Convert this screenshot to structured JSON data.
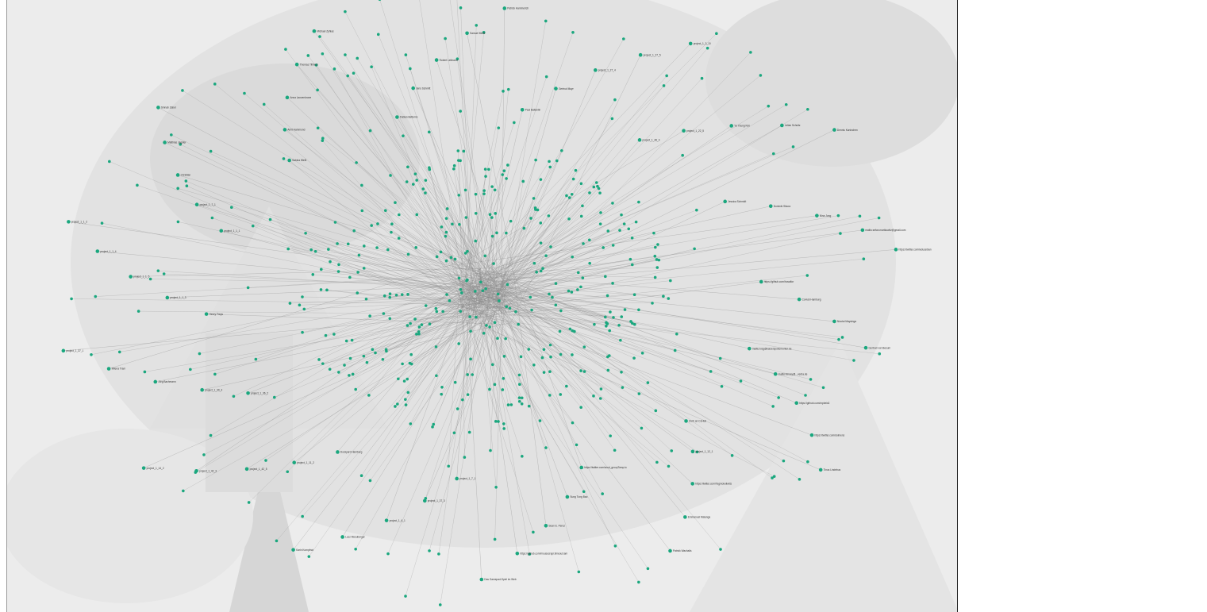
{
  "colors": {
    "node": "#1aa77e",
    "edge": "#8a8a8a",
    "label": "#333333",
    "backdrop": "#eeeeee",
    "border": "#1a1a1a"
  },
  "graph": {
    "nodes": [
      {
        "label": "mailto:tvsg@kaizerspokemontor.de"
      },
      {
        "label": "mailto:kinsey@...vedra.de"
      },
      {
        "label": "https://github.com/mpbeis3"
      },
      {
        "label": "https://twitter.com/dolmens"
      },
      {
        "label": "Tinus Lindebus"
      },
      {
        "label": "Gvrb an CoHub"
      },
      {
        "label": "project_1_12_1"
      },
      {
        "label": "https://twitter.com/Tagmokollekts"
      },
      {
        "label": "Emmanuel Malanga"
      },
      {
        "label": "Patrick Wachalls"
      },
      {
        "label": "https://twitter.com/wout_groupTamp.io"
      },
      {
        "label": "Sung Tung Bao"
      },
      {
        "label": "Sean E. Perez"
      },
      {
        "label": "https://github.com/mousecrapi.timeout.lam"
      },
      {
        "label": "Das Gamepad-Spiel im Web"
      },
      {
        "label": "project_1_7_1"
      },
      {
        "label": "project_1_37_3"
      },
      {
        "label": "project_1_6_1"
      },
      {
        "label": "Lucz Mosubergar"
      },
      {
        "label": "Karin Kompfnot"
      },
      {
        "label": "Dockyard Hamburg"
      },
      {
        "label": "project_1_11_2"
      },
      {
        "label": "project_1_42_5"
      },
      {
        "label": "project_1_42_3"
      },
      {
        "label": "project_1_14_2"
      },
      {
        "label": "project_1_36_2"
      },
      {
        "label": "project_1_39_4"
      },
      {
        "label": "Jörg Bachmann"
      },
      {
        "label": "Milena Tram"
      },
      {
        "label": "project_1_37_1"
      },
      {
        "label": "Henry Freys"
      },
      {
        "label": "project_1_1_3"
      },
      {
        "label": "project_1_1_5"
      },
      {
        "label": "project_1_1_4"
      },
      {
        "label": "project_1_1_2"
      },
      {
        "label": "project_1_1_1"
      },
      {
        "label": "project_1_7_1"
      },
      {
        "label": "Christian"
      },
      {
        "label": "Matthias Jagdler"
      },
      {
        "label": "Sinnab Zabel"
      },
      {
        "label": "Sabina Weiß"
      },
      {
        "label": "Amit Hammond"
      },
      {
        "label": "Anna Lanzenkrone"
      },
      {
        "label": "Thomas Tillbeck"
      },
      {
        "label": "Michael Zyhlas"
      },
      {
        "label": "Fabian Betterns"
      },
      {
        "label": "Jens Schmitt"
      },
      {
        "label": "Robert Leibrand"
      },
      {
        "label": "Samuel Mülle"
      },
      {
        "label": "Patrick Hammerich"
      },
      {
        "label": "Paul Ballantin"
      },
      {
        "label": "Gertrud Mayr"
      },
      {
        "label": "project_1_27_4"
      },
      {
        "label": "project_1_27_5"
      },
      {
        "label": "project_1_3_10"
      },
      {
        "label": "project_1_48_4"
      },
      {
        "label": "project_1_22_5"
      },
      {
        "label": "Yu Young Kim"
      },
      {
        "label": "Julian Schultz"
      },
      {
        "label": "Dennis Kaninchen"
      },
      {
        "label": "Jessica Schmidt"
      },
      {
        "label": "Dominik Sikora"
      },
      {
        "label": "Nina Jung"
      },
      {
        "label": "mailto:sefan.martkowitz@gmail.com"
      },
      {
        "label": "https://twitter.com/ledusebian"
      },
      {
        "label": "https://github.com/hosaflor"
      },
      {
        "label": "CoHub Hamburg"
      },
      {
        "label": "Nicolai Maysinga"
      },
      {
        "label": "Gertrud von Besum"
      }
    ]
  }
}
